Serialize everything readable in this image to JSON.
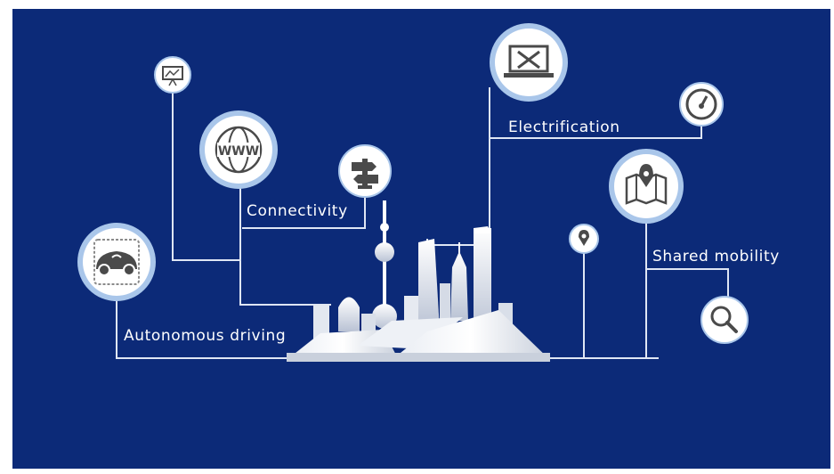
{
  "colors": {
    "background": "#0c2a78",
    "line": "#dfe6f4",
    "icon_ring": "#a9c6ea",
    "icon_fill": "#ffffff",
    "icon_glyph": "#4a4a4a"
  },
  "labels": {
    "autonomous": "Autonomous driving",
    "connectivity": "Connectivity",
    "electrification": "Electrification",
    "shared": "Shared mobility"
  },
  "icons": {
    "autonomous": "autonomous-car-icon",
    "www": "www-globe-icon",
    "signpost": "signpost-icon",
    "presentation": "presentation-chart-icon",
    "laptop": "laptop-tools-icon",
    "speedometer": "speedometer-icon",
    "map": "map-pin-icon",
    "pin": "location-pin-icon",
    "search": "search-icon"
  }
}
